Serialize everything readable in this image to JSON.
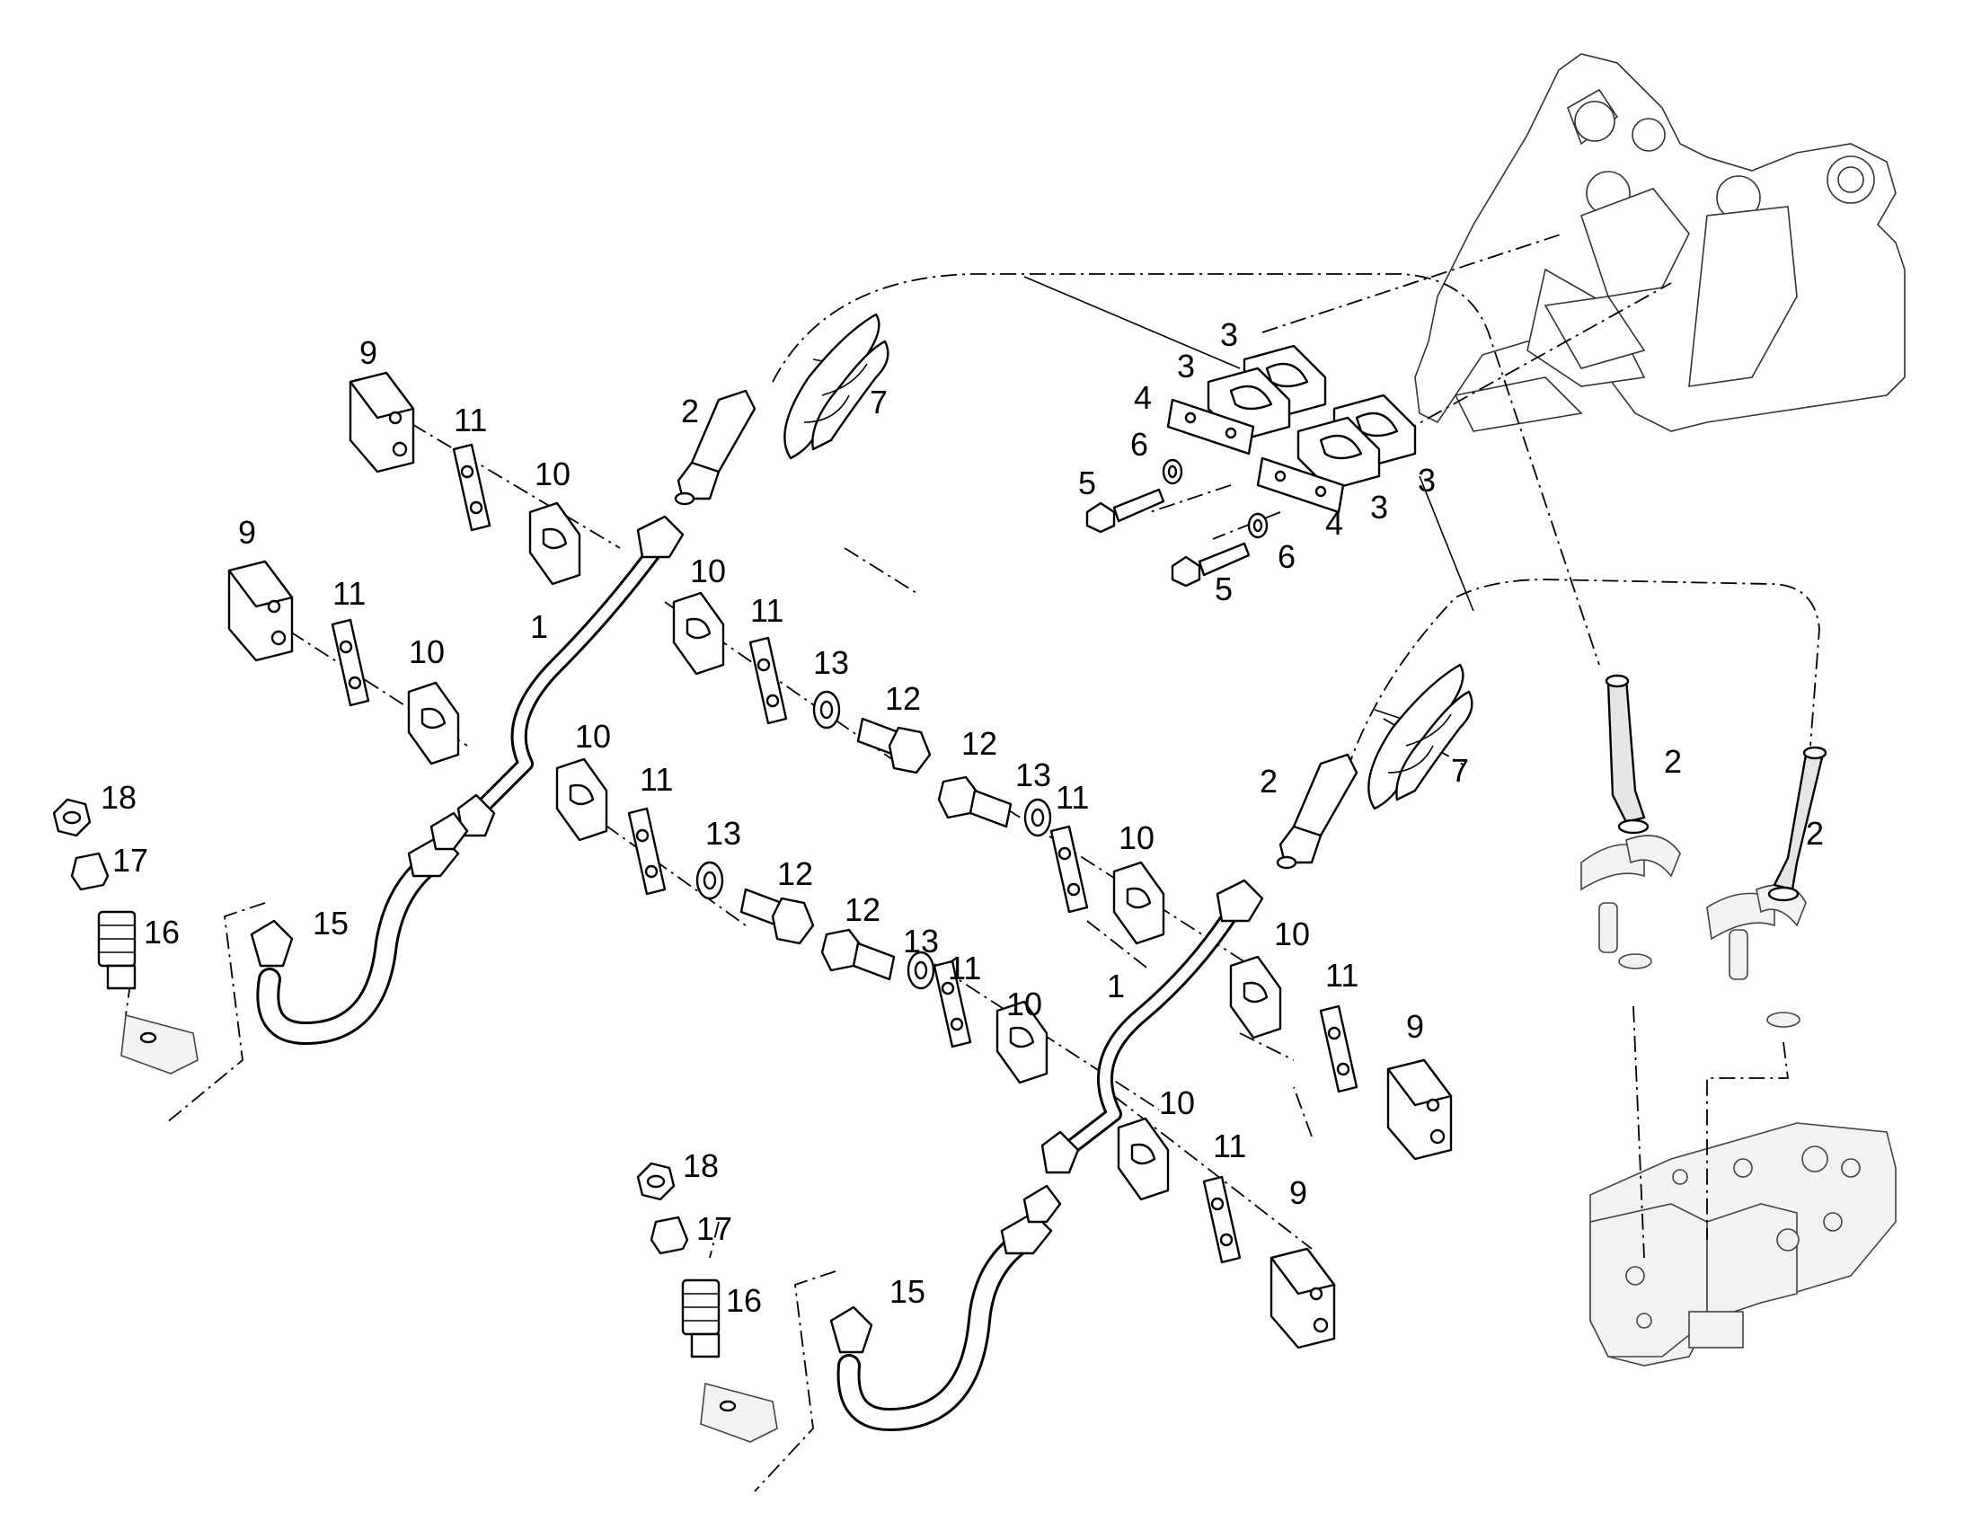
{
  "callouts": [
    {
      "id": "c9a",
      "text": "9"
    },
    {
      "id": "c11a",
      "text": "11"
    },
    {
      "id": "c10a",
      "text": "10"
    },
    {
      "id": "c2a",
      "text": "2"
    },
    {
      "id": "c7a",
      "text": "7"
    },
    {
      "id": "c3a",
      "text": "3"
    },
    {
      "id": "c3b",
      "text": "3"
    },
    {
      "id": "c4a",
      "text": "4"
    },
    {
      "id": "c6a",
      "text": "6"
    },
    {
      "id": "c5a",
      "text": "5"
    },
    {
      "id": "c3c",
      "text": "3"
    },
    {
      "id": "c3d",
      "text": "3"
    },
    {
      "id": "c4b",
      "text": "4"
    },
    {
      "id": "c6b",
      "text": "6"
    },
    {
      "id": "c5b",
      "text": "5"
    },
    {
      "id": "c9b",
      "text": "9"
    },
    {
      "id": "c11b",
      "text": "11"
    },
    {
      "id": "c10b",
      "text": "10"
    },
    {
      "id": "c10c",
      "text": "10"
    },
    {
      "id": "c11c",
      "text": "11"
    },
    {
      "id": "c1a",
      "text": "1"
    },
    {
      "id": "c13a",
      "text": "13"
    },
    {
      "id": "c12a",
      "text": "12"
    },
    {
      "id": "c18a",
      "text": "18"
    },
    {
      "id": "c17a",
      "text": "17"
    },
    {
      "id": "c16a",
      "text": "16"
    },
    {
      "id": "c15a",
      "text": "15"
    },
    {
      "id": "c10d",
      "text": "10"
    },
    {
      "id": "c11d",
      "text": "11"
    },
    {
      "id": "c13b",
      "text": "13"
    },
    {
      "id": "c12b",
      "text": "12"
    },
    {
      "id": "c12c",
      "text": "12"
    },
    {
      "id": "c13c",
      "text": "13"
    },
    {
      "id": "c11e",
      "text": "11"
    },
    {
      "id": "c10e",
      "text": "10"
    },
    {
      "id": "c12d",
      "text": "12"
    },
    {
      "id": "c13d",
      "text": "13"
    },
    {
      "id": "c11f",
      "text": "11"
    },
    {
      "id": "c10f",
      "text": "10"
    },
    {
      "id": "c2b",
      "text": "2"
    },
    {
      "id": "c7b",
      "text": "7"
    },
    {
      "id": "c10g",
      "text": "10"
    },
    {
      "id": "c11g",
      "text": "11"
    },
    {
      "id": "c9c",
      "text": "9"
    },
    {
      "id": "c1b",
      "text": "1"
    },
    {
      "id": "c10h",
      "text": "10"
    },
    {
      "id": "c11h",
      "text": "11"
    },
    {
      "id": "c9d",
      "text": "9"
    },
    {
      "id": "c18b",
      "text": "18"
    },
    {
      "id": "c17b",
      "text": "17"
    },
    {
      "id": "c16b",
      "text": "16"
    },
    {
      "id": "c15b",
      "text": "15"
    },
    {
      "id": "c2c",
      "text": "2"
    },
    {
      "id": "c2d",
      "text": "2"
    }
  ],
  "colors": {
    "line": "#000000",
    "background": "#ffffff",
    "ghost_fill": "#f2f2f2"
  }
}
